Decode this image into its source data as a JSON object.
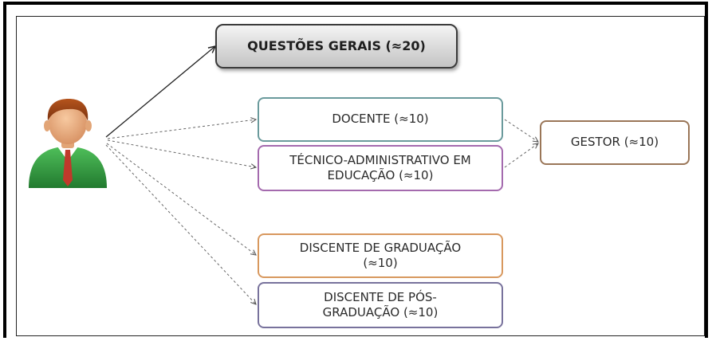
{
  "boxes": {
    "general": "QUESTÕES GERAIS (≈20)",
    "docente": "DOCENTE (≈10)",
    "tecnico_line1": "TÉCNICO-ADMINISTRATIVO EM",
    "tecnico_line2": "EDUCAÇÃO (≈10)",
    "gestor": "GESTOR (≈10)",
    "grad_line1": "DISCENTE DE GRADUAÇÃO",
    "grad_line2": "(≈10)",
    "pos_line1": "DISCENTE DE PÓS-",
    "pos_line2": "GRADUAÇÃO (≈10)"
  },
  "icons": {
    "person": "user-avatar-icon"
  },
  "colors": {
    "docente_border": "#6a9a9c",
    "tecnico_border": "#a46aae",
    "gestor_border": "#9a7658",
    "graduacao_border": "#d8985e",
    "pos_border": "#78729c",
    "general_fill": "#d9d9d9"
  }
}
